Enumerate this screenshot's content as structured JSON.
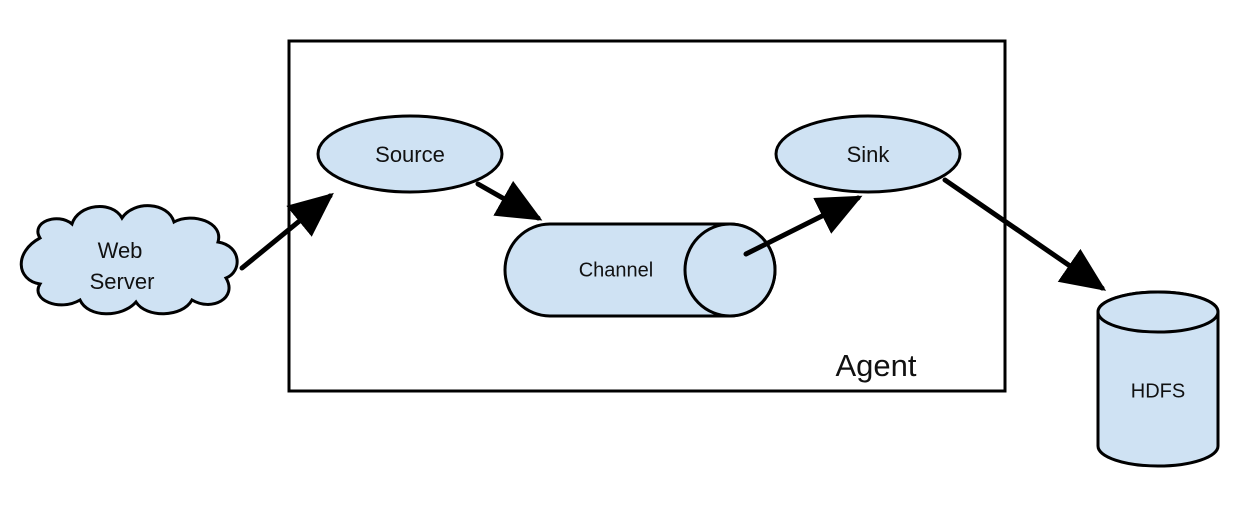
{
  "diagram": {
    "nodes": {
      "web_server": {
        "line1": "Web",
        "line2": "Server"
      },
      "source": {
        "label": "Source"
      },
      "channel": {
        "label": "Channel"
      },
      "sink": {
        "label": "Sink"
      },
      "hdfs": {
        "label": "HDFS"
      },
      "agent": {
        "label": "Agent"
      }
    },
    "colors": {
      "node_fill": "#cfe2f3",
      "stroke": "#000000",
      "background": "#ffffff"
    },
    "edges": [
      {
        "from": "Web Server",
        "to": "Source"
      },
      {
        "from": "Source",
        "to": "Channel"
      },
      {
        "from": "Channel",
        "to": "Sink"
      },
      {
        "from": "Sink",
        "to": "HDFS"
      }
    ]
  }
}
